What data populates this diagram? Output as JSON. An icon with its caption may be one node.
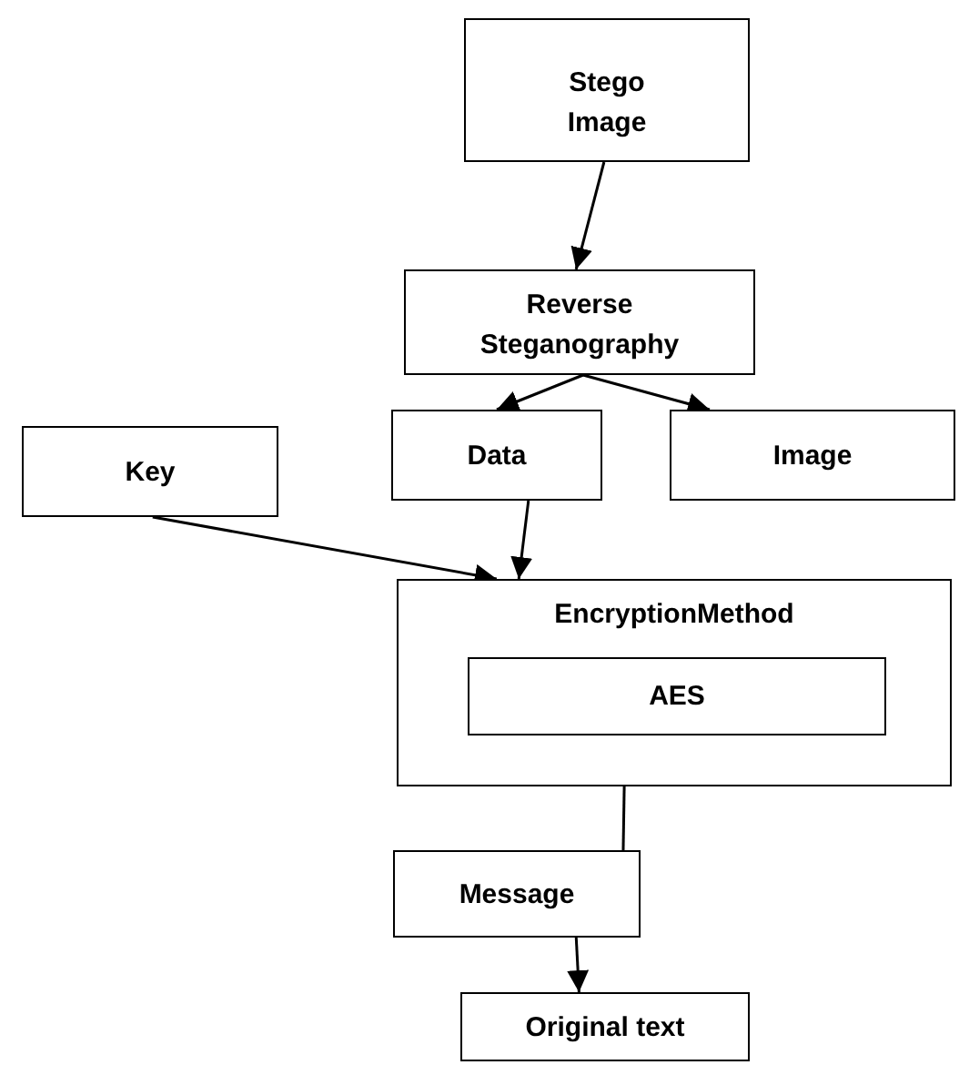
{
  "diagram": {
    "nodes": [
      {
        "text": [
          "Stego Image"
        ]
      },
      {
        "text": [
          "Reverse Steganography"
        ]
      },
      {
        "text": [
          "Data"
        ]
      },
      {
        "text": [
          "Image"
        ]
      },
      {
        "text": [
          "Key"
        ]
      },
      {
        "text": [
          "EncryptionMethod"
        ]
      },
      {
        "text": [
          "AES"
        ],
        "in": 5
      },
      {
        "text": [
          "Message"
        ]
      },
      {
        "text": [
          "Original text"
        ]
      }
    ],
    "edges": [
      {
        "from": 0,
        "to": 1,
        "arrow": "to"
      },
      {
        "from": 1,
        "to": 2,
        "arrow": "to"
      },
      {
        "from": 1,
        "to": 3,
        "arrow": "to"
      },
      {
        "from": 4,
        "to": 5,
        "arrow": "to"
      },
      {
        "from": 2,
        "to": 5,
        "arrow": "to"
      },
      {
        "from": 5,
        "to": 7,
        "arrow": "none"
      },
      {
        "from": 7,
        "to": 8,
        "arrow": "to"
      }
    ]
  }
}
